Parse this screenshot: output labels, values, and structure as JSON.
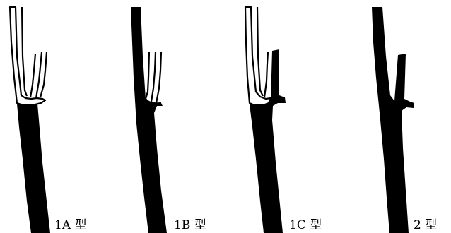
{
  "panels": [
    {
      "id": "1A",
      "label": "1A 型"
    },
    {
      "id": "1B",
      "label": "1B 型"
    },
    {
      "id": "1C",
      "label": "1C 型"
    },
    {
      "id": "2",
      "label": "2 型"
    }
  ],
  "colors": {
    "ink": "#000000",
    "paper": "#ffffff"
  }
}
